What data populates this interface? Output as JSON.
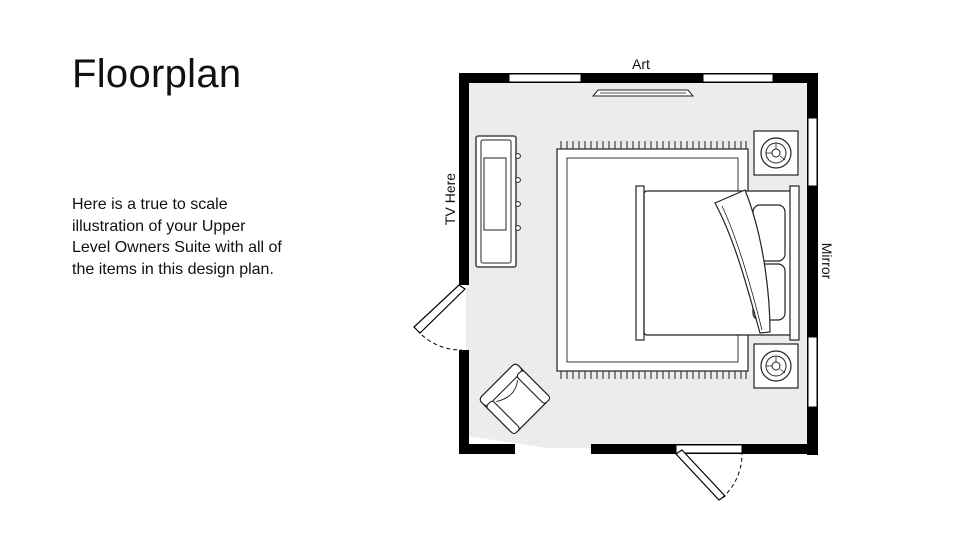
{
  "slide": {
    "title": "Floorplan",
    "description": "Here is a true to scale illustration of your Upper Level Owners Suite with all of the items in this design plan."
  },
  "floorplan": {
    "labels": {
      "top_wall": "Art",
      "left_wall": "TV Here",
      "right_wall": "Mirror"
    },
    "colors": {
      "wall": "#000000",
      "floor": "#ececec",
      "furniture_fill": "#ffffff",
      "outline": "#222222"
    }
  }
}
